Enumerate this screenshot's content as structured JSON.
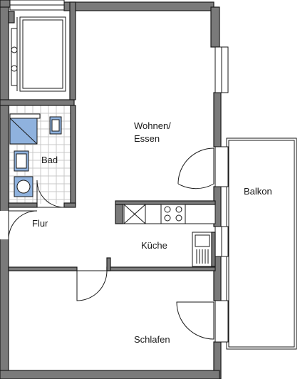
{
  "rooms": {
    "wohnen_line1": "Wohnen/",
    "wohnen_line2": "Essen",
    "balkon": "Balkon",
    "bad": "Bad",
    "flur": "Flur",
    "kueche": "Küche",
    "schlafen": "Schlafen"
  },
  "colors": {
    "wall": "#7a7a7a",
    "fixture_blue": "#8fb2de",
    "tile_grid": "#c9c9c9"
  },
  "icons": [
    "bathtub-icon",
    "shower-icon",
    "toilet-icon",
    "sink-icon",
    "washing-machine-icon",
    "stove-icon",
    "kitchen-sink-icon",
    "door-swing-icon"
  ]
}
